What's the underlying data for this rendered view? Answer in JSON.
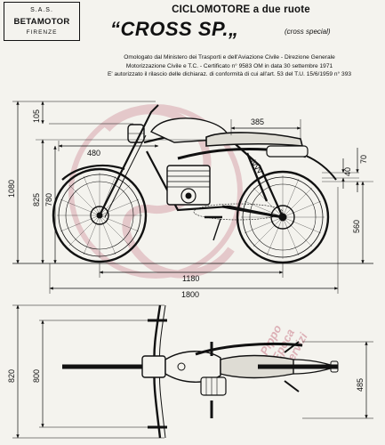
{
  "company": {
    "prefix": "S.A.S.",
    "name": "BETAMOTOR",
    "city": "FIRENZE"
  },
  "title": {
    "main": "CICLOMOTORE a due ruote",
    "model": "“CROSS SP.„",
    "subtitle": "(cross special)"
  },
  "approval_lines": [
    "Omologato dal Ministero dei Trasporti e dell'Aviazione Civile - Direzione Generale",
    "Motorizzazione Civile e T.C. - Certificato n° 9583 OM in data 30 settembre 1971",
    "E' autorizzato il rilascio delle dichiaraz. di conformità di cui all'art. 53 del T.U. 15/6/1959 n° 393"
  ],
  "dimensions_side": {
    "overall_height": "1080",
    "handlebar": "105",
    "seat_height": "825",
    "tank_height": "780",
    "handlebar_to_seat": "480",
    "seat_length": "385",
    "ground_clearance_a": "40",
    "ground_clearance_b": "70",
    "axle_height": "560",
    "wheelbase": "1180",
    "overall_length": "1800"
  },
  "dimensions_top": {
    "handlebar_width": "820",
    "mirror_width": "800",
    "rear_width": "485"
  },
  "watermark": {
    "line1": "Pippo",
    "line2": "Epoca",
    "line3": "Servizi"
  },
  "colors": {
    "ink": "#111111",
    "paper": "#f4f3ee",
    "watermark": "#c97a8a"
  }
}
